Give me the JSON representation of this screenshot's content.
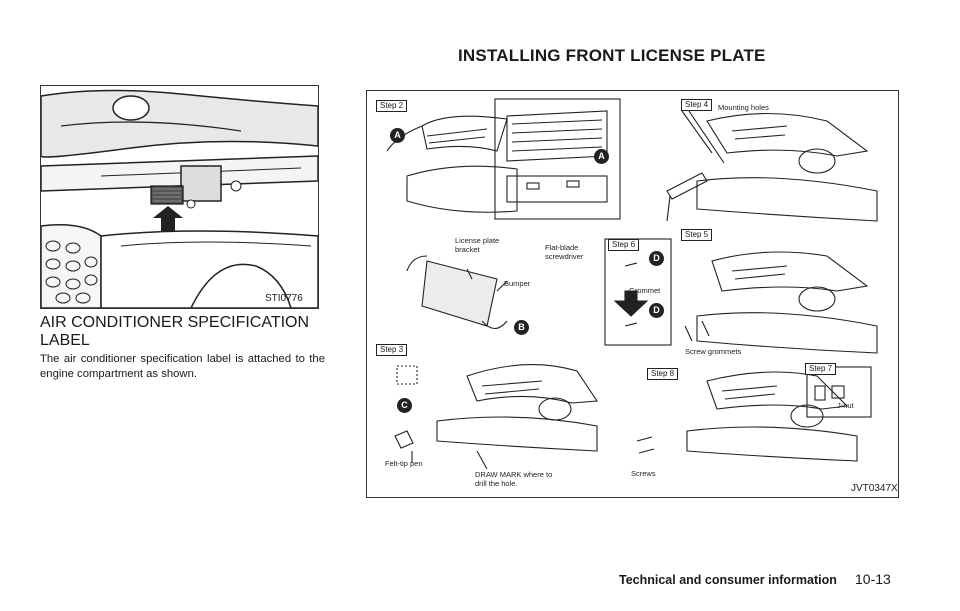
{
  "page": {
    "heading": "INSTALLING FRONT LICENSE PLATE",
    "section_title_line1": "AIR CONDITIONER SPECIFICATION",
    "section_title_line2": "LABEL",
    "body": "The air conditioner specification label is attached to the engine compartment as shown.",
    "footer": "Technical and consumer information",
    "page_number": "10-13"
  },
  "figure_left": {
    "code": "STI0776"
  },
  "figure_right": {
    "code": "JVT0347X",
    "steps": [
      "Step 2",
      "Step 3",
      "Step 4",
      "Step 5",
      "Step 6",
      "Step 7",
      "Step 8"
    ],
    "labels": {
      "mounting_holes": "Mounting holes",
      "license_plate_bracket": "License plate bracket",
      "bumper": "Bumper",
      "flat_blade": "Flat-blade screwdriver",
      "grommet": "Grommet",
      "screw_grommets": "Screw grommets",
      "felt_tip": "Felt-tip pen",
      "draw_mark": "DRAW MARK where to drill the hole.",
      "screws": "Screws",
      "jnut": "J-nut"
    },
    "callouts": [
      "A",
      "B",
      "C",
      "D"
    ]
  }
}
